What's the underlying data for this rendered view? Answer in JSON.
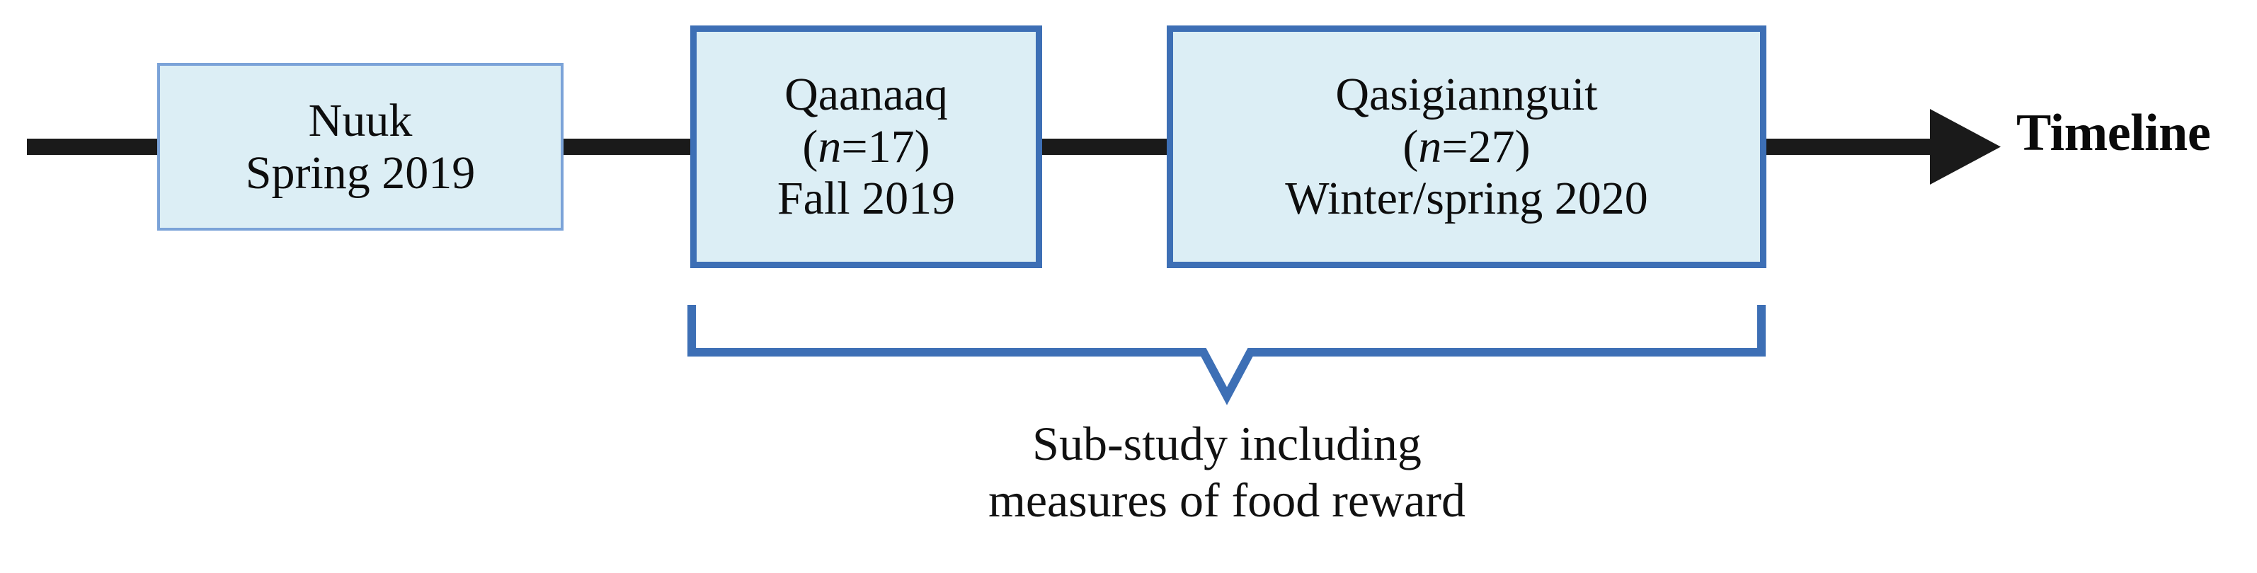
{
  "figure": {
    "type": "timeline-flow-diagram",
    "background_color": "#ffffff",
    "axis_color": "#1a1a1a",
    "box_fill": "#dceef5",
    "box_border_strong": "#3d6fb5",
    "box_border_light": "#7ba3d8",
    "bracket_color": "#3d6fb5"
  },
  "timeline": {
    "axis_label": "Timeline",
    "direction": "left-to-right",
    "arrow_icon": "right-arrow-icon"
  },
  "nodes": [
    {
      "id": "nuuk",
      "site": "Nuuk",
      "sample": "",
      "period": "Spring 2019",
      "lines": [
        "Nuuk",
        "Spring 2019"
      ]
    },
    {
      "id": "qaanaaq",
      "site": "Qaanaaq",
      "sample_prefix": "(",
      "sample_var": "n",
      "sample_value": "=17",
      "sample_suffix": ")",
      "sample": "(n=17)",
      "period": "Fall 2019",
      "lines": [
        "Qaanaaq",
        "(n=17)",
        "Fall 2019"
      ]
    },
    {
      "id": "qasigiannguit",
      "site": "Qasigiannguit",
      "sample_prefix": "(",
      "sample_var": "n",
      "sample_value": "=27",
      "sample_suffix": ")",
      "sample": "(n=27)",
      "period": "Winter/spring 2020",
      "lines": [
        "Qasigiannguit",
        "(n=27)",
        "Winter/spring 2020"
      ]
    }
  ],
  "bracket": {
    "spans_nodes": [
      "qaanaaq",
      "qasigiannguit"
    ],
    "caption_line_1": "Sub-study including",
    "caption_line_2": "measures of food reward",
    "caption_full": "Sub-study including measures of food reward"
  }
}
